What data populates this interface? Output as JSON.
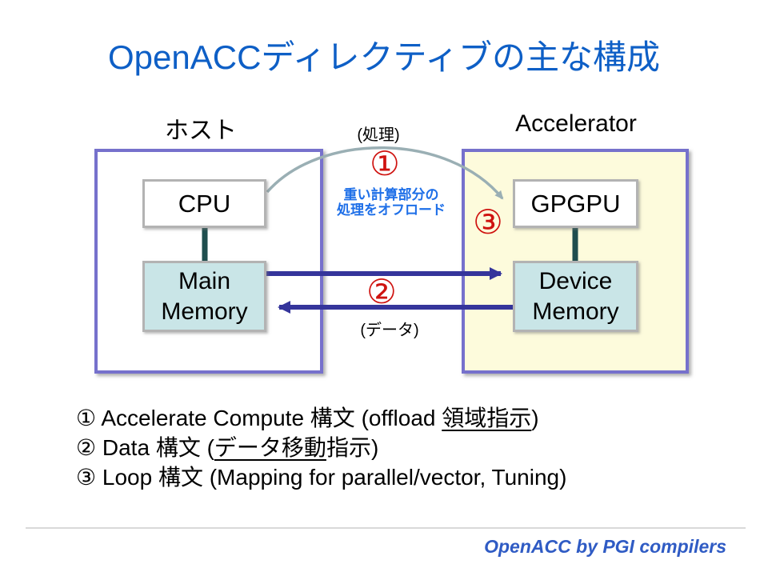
{
  "slide": {
    "title": "OpenACCディレクティブの主な構成",
    "footer": "OpenACC by PGI compilers"
  },
  "diagram": {
    "host": {
      "label": "ホスト",
      "cpu": "CPU",
      "memory_line1": "Main",
      "memory_line2": "Memory"
    },
    "accelerator": {
      "label": "Accelerator",
      "gpu": "GPGPU",
      "memory_line1": "Device",
      "memory_line2": "Memory"
    },
    "annotations": {
      "process_label": "(処理)",
      "data_label": "(データ)",
      "num1": "①",
      "num2": "②",
      "num3": "③",
      "offload_line1": "重い計算部分の",
      "offload_line2": "処理をオフロード"
    }
  },
  "legend": {
    "items": [
      {
        "num": "①",
        "pre": " Accelerate Compute 構文 (offload ",
        "underlined": "領域指示",
        "post": ")"
      },
      {
        "num": "②",
        "pre": " Data 構文 (",
        "underlined": "データ移動",
        "post": "指示)"
      },
      {
        "num": "③",
        "pre": " Loop 構文 (Mapping for parallel/vector, Tuning)",
        "underlined": "",
        "post": ""
      }
    ]
  },
  "colors": {
    "title_blue": "#0e5fc6",
    "outer_border_purple": "#7671cc",
    "accelerator_fill_yellow": "#fdfbdc",
    "memory_fill_blue": "#c9e5e7",
    "inner_border_gray": "#b3b3b3",
    "data_arrow_blue": "#35359b",
    "bus_connector_teal": "#1f4e4e",
    "offload_curve_gray": "#9aafb4",
    "circled_number_red": "#cf1310",
    "offload_text_blue": "#1e6fe8",
    "footer_blue": "#2f5bc4",
    "footer_rule_gray": "#d9d9d9"
  }
}
